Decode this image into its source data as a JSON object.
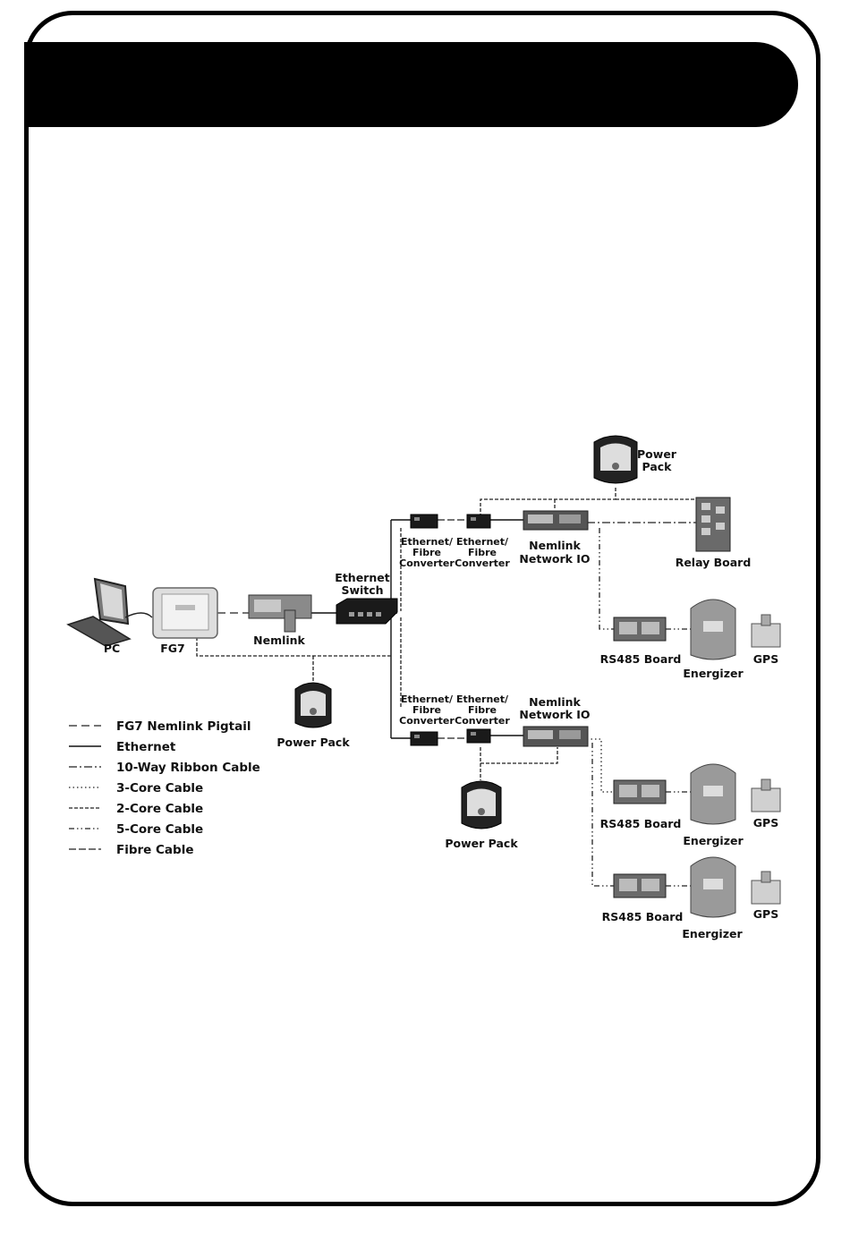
{
  "devices": {
    "pc": "PC",
    "fg7": "FG7",
    "nemlink": "Nemlink",
    "ethernet_switch": [
      "Ethernet",
      "Switch"
    ],
    "power_pack": [
      "Power",
      "Pack"
    ],
    "power_pack_inline": "Power Pack",
    "converter": [
      "Ethernet/",
      "Fibre",
      "Converter"
    ],
    "nemlink_network_io": [
      "Nemlink",
      "Network IO"
    ],
    "relay_board": "Relay Board",
    "rs485_board": "RS485 Board",
    "energizer": "Energizer",
    "gps": "GPS"
  },
  "legend": [
    {
      "style": "pig",
      "label": "FG7 Nemlink Pigtail"
    },
    {
      "style": "eth",
      "label": "Ethernet"
    },
    {
      "style": "rib",
      "label": "10-Way Ribbon Cable"
    },
    {
      "style": "c3",
      "label": "3-Core Cable"
    },
    {
      "style": "c2",
      "label": "2-Core Cable"
    },
    {
      "style": "c5",
      "label": "5-Core Cable"
    },
    {
      "style": "fib",
      "label": "Fibre Cable"
    }
  ]
}
